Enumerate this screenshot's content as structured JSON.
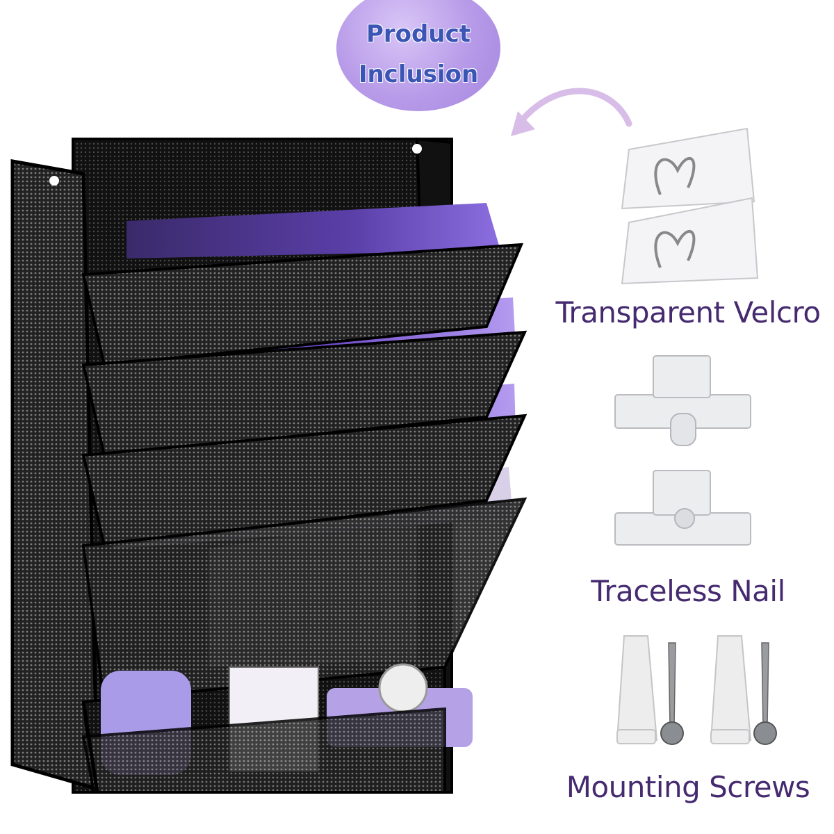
{
  "badge": {
    "line1": "Product",
    "line2": "Inclusion"
  },
  "accessories": {
    "velcro_label": "Transparent Velcro",
    "nail_label": "Traceless Nail",
    "screws_label": "Mounting Screws"
  },
  "colors": {
    "caption_text": "#452a70",
    "badge_text": "#3b55b5",
    "badge_fill": "#b79ae8",
    "arrow": "#d8bde8",
    "paper_purple": "#7a5cd6",
    "organizer_mesh": "#1a1a1a"
  }
}
